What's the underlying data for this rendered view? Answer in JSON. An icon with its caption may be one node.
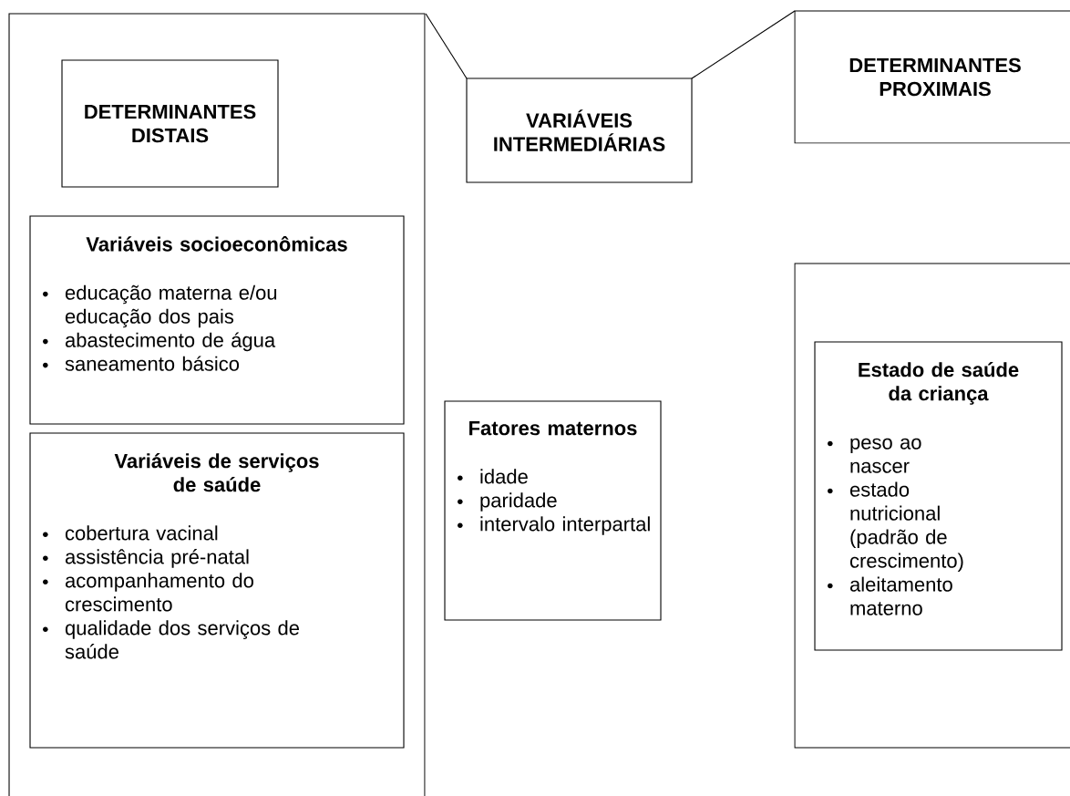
{
  "diagram": {
    "nodes": [
      {
        "text": [],
        "shape": "box"
      },
      {
        "text": [
          "DETERMINANTES DISTAIS"
        ],
        "in": 0
      },
      {
        "text": [
          "Variáveis socioeconômicas",
          "educação materna e/ou educação dos pais",
          "abastecimento de água",
          "saneamento básico"
        ],
        "in": 0
      },
      {
        "text": [
          "Variáveis de serviços de saúde",
          "cobertura vacinal",
          "assistência pré-natal",
          "acompanhamento do crescimento",
          "qualidade dos serviços de saúde"
        ],
        "in": 0
      },
      {
        "text": [
          "VARIÁVEIS INTERMEDIÁRIAS"
        ]
      },
      {
        "text": [
          "DETERMINANTES PROXIMAIS"
        ]
      },
      {
        "text": [
          "Fatores maternos",
          "idade",
          "paridade",
          "intervalo interpartal"
        ]
      },
      {
        "text": [],
        "shape": "box"
      },
      {
        "text": [
          "Estado de saúde da criança",
          "peso ao nascer",
          "estado nutricional (padrão de crescimento)",
          "aleitamento materno"
        ],
        "in": 7
      }
    ],
    "edges": [
      {
        "from": 0,
        "to": 4,
        "arrow": "none"
      },
      {
        "from": 4,
        "to": 5,
        "arrow": "none"
      }
    ]
  }
}
